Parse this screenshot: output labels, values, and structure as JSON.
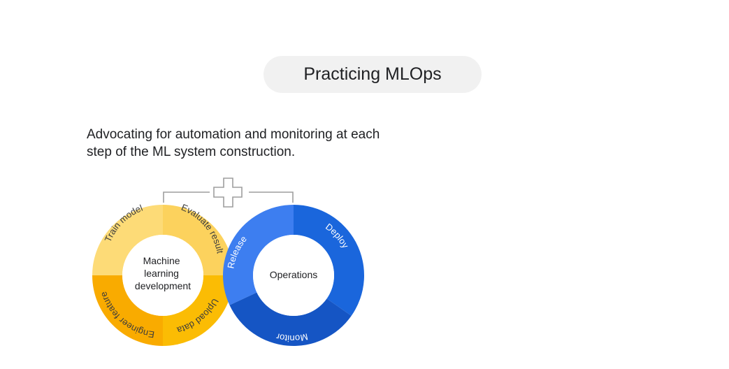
{
  "slide": {
    "title": "Practicing MLOps",
    "subtitle": "Advocating for automation and monitoring at each step of the ML system construction."
  },
  "ml_cycle": {
    "center_lines": [
      "Machine",
      "learning",
      "development"
    ],
    "segments": [
      {
        "label": "Train model",
        "color": "#fddb77"
      },
      {
        "label": "Evaluate result",
        "color": "#fcd25d"
      },
      {
        "label": "Upload data",
        "color": "#fbbc04"
      },
      {
        "label": "Engineer feature",
        "color": "#f9ab00"
      }
    ]
  },
  "ops_cycle": {
    "center": "Operations",
    "segments": [
      {
        "label": "Release",
        "color": "#3d7ef0"
      },
      {
        "label": "Deploy",
        "color": "#1a66dc"
      },
      {
        "label": "Monitor",
        "color": "#1555c4"
      }
    ]
  },
  "connector": {
    "icon": "plus-icon",
    "stroke": "#9e9e9e"
  }
}
